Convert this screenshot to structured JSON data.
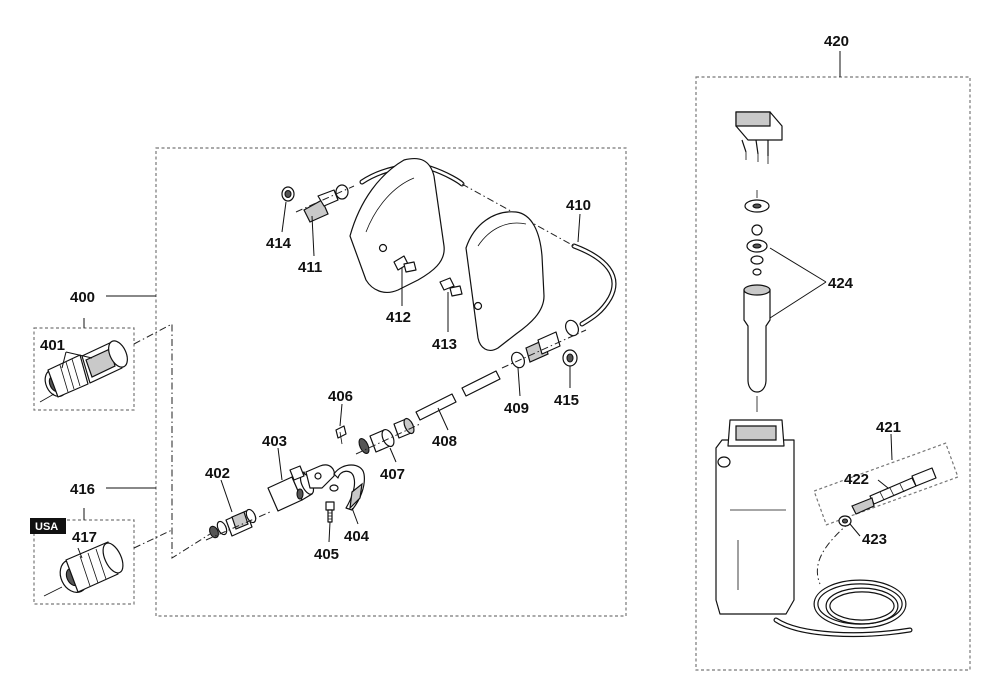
{
  "labels": {
    "p400": "400",
    "p401": "401",
    "p402": "402",
    "p403": "403",
    "p404": "404",
    "p405": "405",
    "p406": "406",
    "p407": "407",
    "p408": "408",
    "p409": "409",
    "p410": "410",
    "p411": "411",
    "p412": "412",
    "p413": "413",
    "p414": "414",
    "p415": "415",
    "p416": "416",
    "p417": "417",
    "p420": "420",
    "p421": "421",
    "p422": "422",
    "p423": "423",
    "p424": "424"
  },
  "badge": {
    "usa": "USA"
  }
}
